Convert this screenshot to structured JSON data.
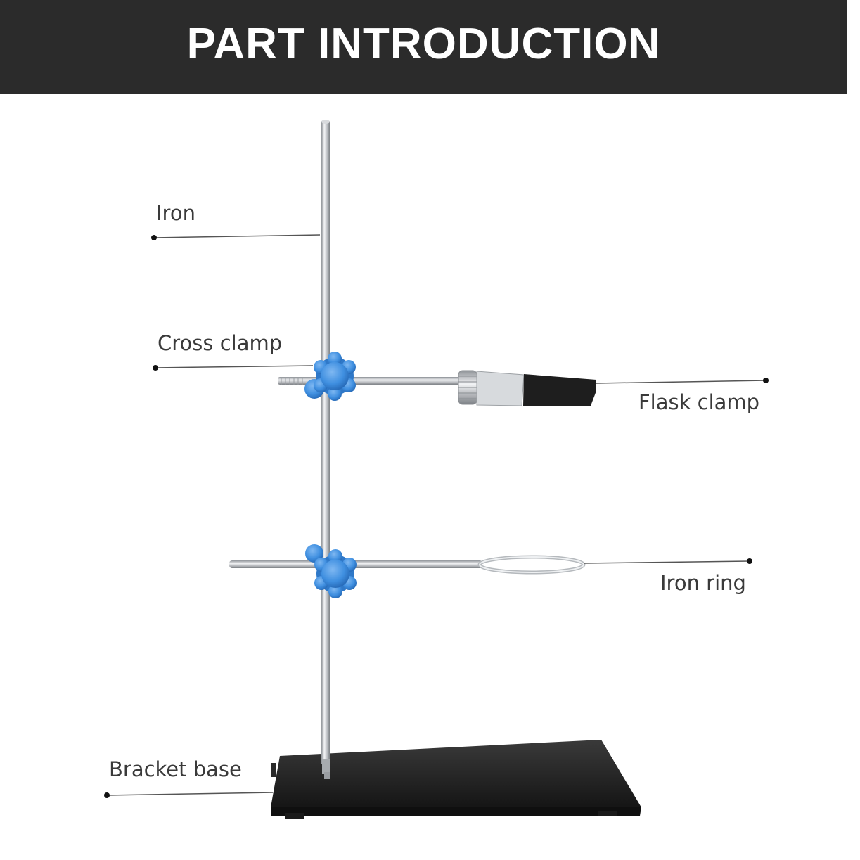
{
  "header": {
    "title": "PART INTRODUCTION"
  },
  "labels": {
    "iron": "Iron",
    "cross_clamp": "Cross clamp",
    "flask_clamp": "Flask clamp",
    "iron_ring": "Iron ring",
    "bracket_base": "Bracket base"
  },
  "colors": {
    "header_bg": "#2b2b2b",
    "header_text": "#ffffff",
    "knob_blue": "#3f8fe0",
    "base_black": "#1c1c1c",
    "rod_silver": "#c9ccd0",
    "clamp_pad": "#1e1e1e",
    "label_text": "#3a3a3a",
    "leader_line": "#555555"
  }
}
